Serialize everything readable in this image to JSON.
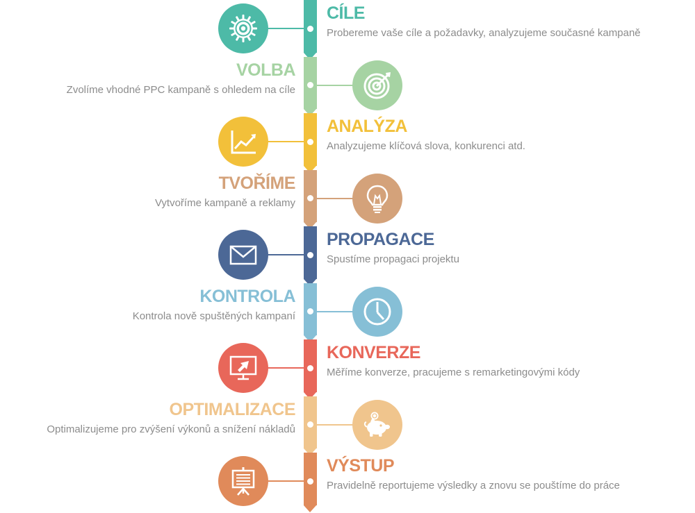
{
  "steps": [
    {
      "title": "CÍLE",
      "desc": "Probereme vaše cíle a požadavky, analyzujeme současné kampaně",
      "color": "#4dbaa7",
      "icon": "gear-icon",
      "side": "right"
    },
    {
      "title": "VOLBA",
      "desc": "Zvolíme vhodné PPC kampaně s ohledem na cíle",
      "color": "#a6d3a3",
      "icon": "target-icon",
      "side": "left"
    },
    {
      "title": "ANALÝZA",
      "desc": "Analyzujeme klíčová slova, konkurenci atd.",
      "color": "#f2c03a",
      "icon": "line-chart-icon",
      "side": "right"
    },
    {
      "title": "TVOŘÍME",
      "desc": "Vytvoříme kampaně a reklamy",
      "color": "#d4a27a",
      "icon": "lightbulb-icon",
      "side": "left"
    },
    {
      "title": "PROPAGACE",
      "desc": "Spustíme propagaci projektu",
      "color": "#4c6896",
      "icon": "envelope-icon",
      "side": "right"
    },
    {
      "title": "KONTROLA",
      "desc": "Kontrola nově spuštěných kampaní",
      "color": "#86bfd6",
      "icon": "clock-icon",
      "side": "left"
    },
    {
      "title": "KONVERZE",
      "desc": "Měříme konverze, pracujeme s remarketingovými kódy",
      "color": "#e8675a",
      "icon": "monitor-cursor-icon",
      "side": "right"
    },
    {
      "title": "OPTIMALIZACE",
      "desc": "Optimalizujeme pro zvýšení výkonů a snížení nákladů",
      "color": "#f0c58d",
      "icon": "piggy-bank-icon",
      "side": "left"
    },
    {
      "title": "VÝSTUP",
      "desc": "Pravidelně reportujeme výsledky a znovu se pouštíme do práce",
      "color": "#e08a5a",
      "icon": "presentation-board-icon",
      "side": "right"
    }
  ]
}
